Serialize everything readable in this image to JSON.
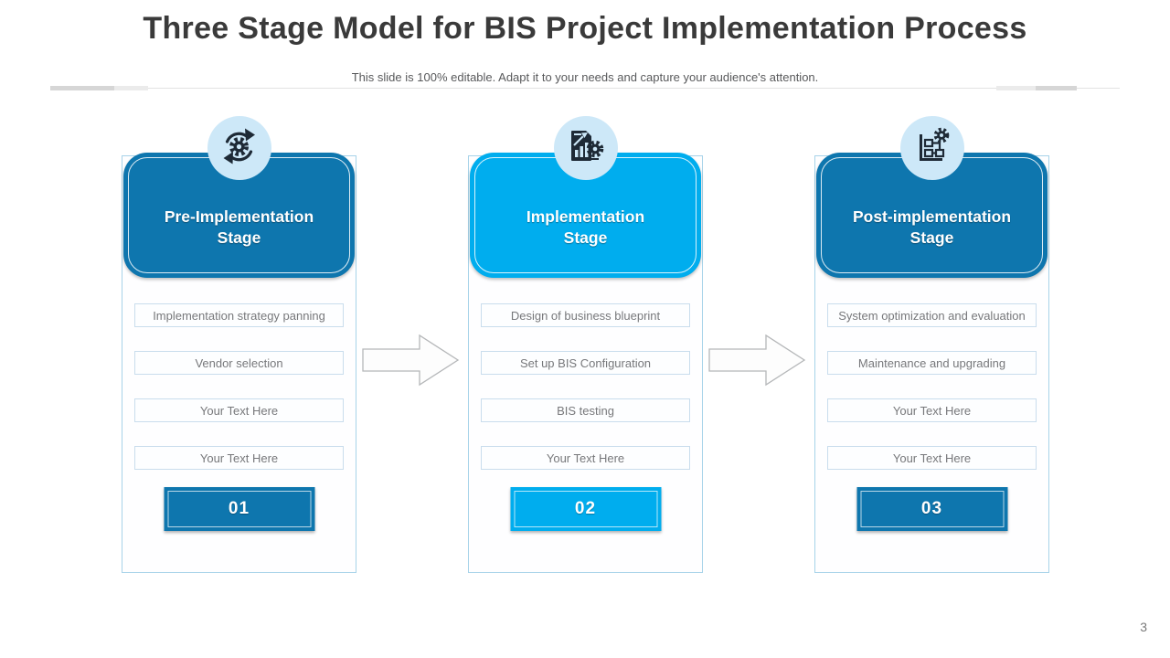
{
  "slide": {
    "title": "Three Stage Model for BIS Project Implementation Process",
    "subtitle": "This slide is 100% editable. Adapt it to your needs and capture your audience's attention.",
    "page_number": "3"
  },
  "colors": {
    "stage_dark_blue": "#0e76ae",
    "stage_light_blue": "#00adee",
    "icon_circle_bg": "#cde8f8",
    "icon_glyph": "#1e2a36",
    "card_border": "#a7d3e9",
    "item_border": "#c9dded",
    "item_text": "#77787b"
  },
  "stages": [
    {
      "number": "01",
      "title_line1": "Pre-Implementation",
      "title_line2": "Stage",
      "icon": "process-sync-gear-icon",
      "accent": "#0e76ae",
      "items": [
        "Implementation strategy panning",
        "Vendor selection",
        "Your Text Here",
        "Your Text Here"
      ]
    },
    {
      "number": "02",
      "title_line1": "Implementation",
      "title_line2": "Stage",
      "icon": "chart-document-gear-icon",
      "accent": "#00adee",
      "items": [
        "Design of business blueprint",
        "Set up BIS Configuration",
        "BIS testing",
        "Your Text Here"
      ]
    },
    {
      "number": "03",
      "title_line1": "Post-implementation",
      "title_line2": "Stage",
      "icon": "flowchart-gear-icon",
      "accent": "#0e76ae",
      "items": [
        "System optimization and evaluation",
        "Maintenance and upgrading",
        "Your Text Here",
        "Your Text Here"
      ]
    }
  ]
}
